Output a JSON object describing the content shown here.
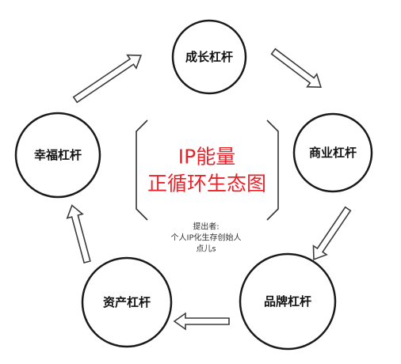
{
  "nodes": {
    "growth": "成长杠杆",
    "commerce": "商业杠杆",
    "brand": "品牌杠杆",
    "asset": "资产杠杆",
    "happiness": "幸福杠杆"
  },
  "center_title": {
    "line1": "IP能量",
    "line2": "正循环生态图"
  },
  "credit": {
    "line1": "提出者:",
    "line2": "个人IP化生存创始人",
    "line3": "点儿s"
  },
  "colors": {
    "title": "#e8232a",
    "stroke": "#1a1a1a"
  }
}
